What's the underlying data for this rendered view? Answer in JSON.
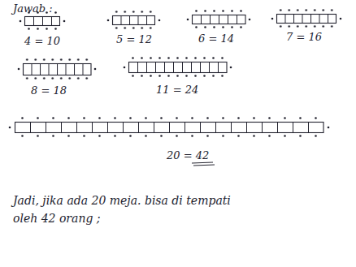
{
  "diagram": {
    "labels": [
      "Jawab :",
      "4 = 10",
      "5 = 12",
      "6 = 14",
      "7 = 16",
      "8 = 18",
      "11 = 24",
      "20 = 42",
      "Jadi, jika ada 20 meja. bisa di tempati oleh 42 orang ;"
    ]
  }
}
